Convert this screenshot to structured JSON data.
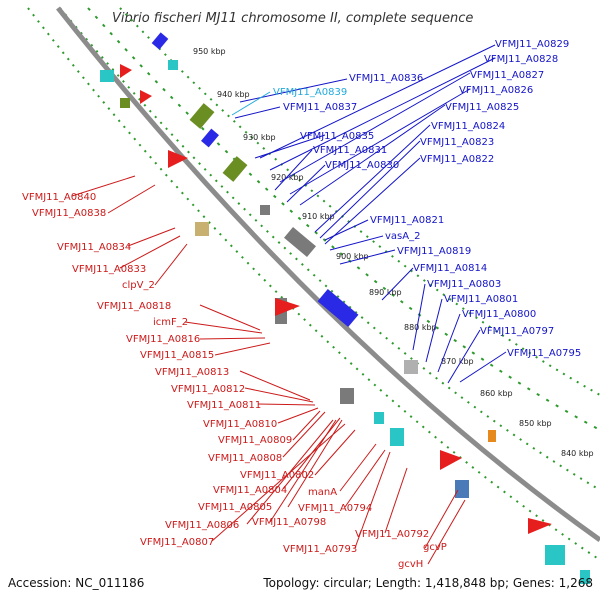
{
  "title": "Vibrio fischeri MJ11 chromosome II, complete sequence",
  "footer": {
    "accession": "Accession: NC_011186",
    "summary": "Topology: circular; Length: 1,418,848 bp; Genes: 1,268"
  },
  "colors": {
    "backbone": "#8c8c8c",
    "dotted_ring": "#2e9a2e",
    "forward_label": "#1414c8",
    "reverse_label": "#cc1a1a",
    "highlight_label": "#22aadd",
    "cds_blue": "#1e1ee6",
    "cds_red": "#e61e1e",
    "trna_olive": "#6b8e23",
    "rrna_cyan": "#33cccc"
  },
  "ticks": [
    {
      "label": "950 kbp"
    },
    {
      "label": "940 kbp"
    },
    {
      "label": "930 kbp"
    },
    {
      "label": "920 kbp"
    },
    {
      "label": "910 kbp"
    },
    {
      "label": "900 kbp"
    },
    {
      "label": "890 kbp"
    },
    {
      "label": "880 kbp"
    },
    {
      "label": "870 kbp"
    },
    {
      "label": "860 kbp"
    },
    {
      "label": "850 kbp"
    },
    {
      "label": "840 kbp"
    }
  ],
  "labels_blue": [
    {
      "text": "VFMJ11_A0829"
    },
    {
      "text": "VFMJ11_A0828"
    },
    {
      "text": "VFMJ11_A0827"
    },
    {
      "text": "VFMJ11_A0826"
    },
    {
      "text": "VFMJ11_A0825"
    },
    {
      "text": "VFMJ11_A0824"
    },
    {
      "text": "VFMJ11_A0823"
    },
    {
      "text": "VFMJ11_A0822"
    },
    {
      "text": "VFMJ11_A0836"
    },
    {
      "text": "VFMJ11_A0837"
    },
    {
      "text": "VFMJ11_A0835"
    },
    {
      "text": "VFMJ11_A0831"
    },
    {
      "text": "VFMJ11_A0830"
    },
    {
      "text": "VFMJ11_A0821"
    },
    {
      "text": "vasA_2"
    },
    {
      "text": "VFMJ11_A0819"
    },
    {
      "text": "VFMJ11_A0814"
    },
    {
      "text": "VFMJ11_A0803"
    },
    {
      "text": "VFMJ11_A0801"
    },
    {
      "text": "VFMJ11_A0800"
    },
    {
      "text": "VFMJ11_A0797"
    },
    {
      "text": "VFMJ11_A0795"
    }
  ],
  "label_cyan": {
    "text": "VFMJ11_A0839"
  },
  "labels_red": [
    {
      "text": "VFMJ11_A0840"
    },
    {
      "text": "VFMJ11_A0838"
    },
    {
      "text": "VFMJ11_A0834"
    },
    {
      "text": "VFMJ11_A0833"
    },
    {
      "text": "clpV_2"
    },
    {
      "text": "VFMJ11_A0818"
    },
    {
      "text": "icmF_2"
    },
    {
      "text": "VFMJ11_A0816"
    },
    {
      "text": "VFMJ11_A0815"
    },
    {
      "text": "VFMJ11_A0813"
    },
    {
      "text": "VFMJ11_A0812"
    },
    {
      "text": "VFMJ11_A0811"
    },
    {
      "text": "VFMJ11_A0810"
    },
    {
      "text": "VFMJ11_A0809"
    },
    {
      "text": "VFMJ11_A0808"
    },
    {
      "text": "VFMJ11_A0802"
    },
    {
      "text": "VFMJ11_A0804"
    },
    {
      "text": "manA"
    },
    {
      "text": "VFMJ11_A0805"
    },
    {
      "text": "VFMJ11_A0794"
    },
    {
      "text": "VFMJ11_A0798"
    },
    {
      "text": "VFMJ11_A0806"
    },
    {
      "text": "VFMJ11_A0807"
    },
    {
      "text": "VFMJ11_A0792"
    },
    {
      "text": "gcvP"
    },
    {
      "text": "VFMJ11_A0793"
    },
    {
      "text": "gcvH"
    }
  ]
}
